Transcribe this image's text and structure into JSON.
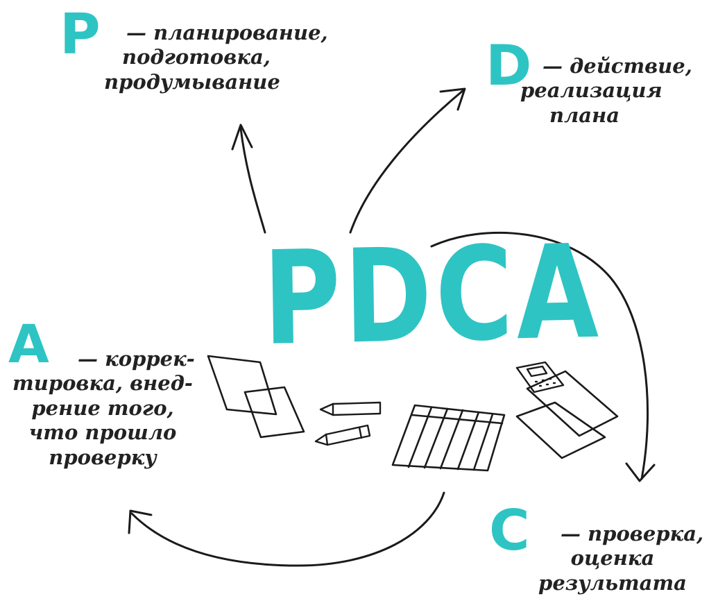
{
  "title": "PDCA",
  "accent_color": "#2ec4c4",
  "ink_color": "#222222",
  "stages": [
    {
      "letter": "P",
      "lines": [
        "— планирование,",
        "подготовка,",
        "продумывание"
      ]
    },
    {
      "letter": "D",
      "lines": [
        "— действие,",
        "реализация",
        "плана"
      ]
    },
    {
      "letter": "C",
      "lines": [
        "— проверка,",
        "оценка",
        "результата"
      ]
    },
    {
      "letter": "A",
      "lines": [
        "— коррек-",
        "тировка, внед-",
        "рение того,",
        "что прошло",
        "проверку"
      ]
    }
  ]
}
